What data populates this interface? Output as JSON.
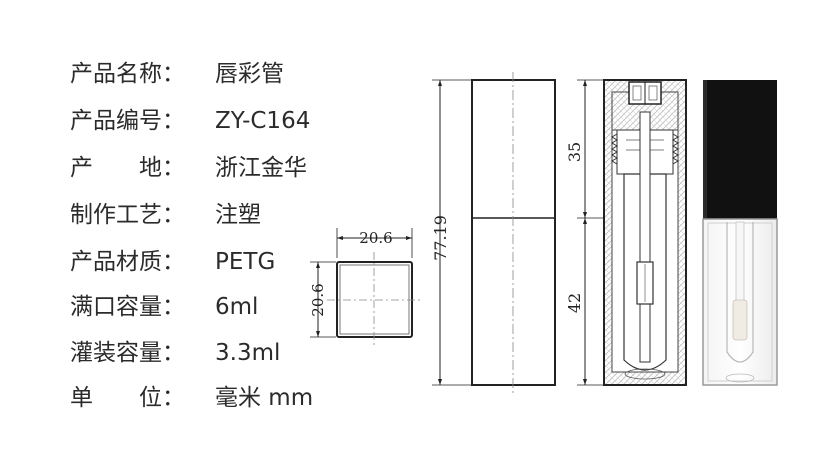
{
  "specs": [
    {
      "label": "产品名称：",
      "value": "唇彩管"
    },
    {
      "label": "产品编号：",
      "value": "ZY-C164"
    },
    {
      "label": "产　　地：",
      "value": "浙江金华"
    },
    {
      "label": "制作工艺：",
      "value": "注塑"
    },
    {
      "label": "产品材质：",
      "value": "PETG"
    },
    {
      "label": "满口容量：",
      "value": "6ml"
    },
    {
      "label": "灌装容量：",
      "value": "3.3ml"
    },
    {
      "label": "单　　位：",
      "value": "毫米 mm"
    }
  ],
  "dimensions": {
    "top_width": "20.6",
    "top_depth": "20.6",
    "total_height": "77.19",
    "cap_height": "35",
    "body_height": "42"
  },
  "colors": {
    "line": "#222222",
    "cap_black": "#111111",
    "hatch": "#bdbdbd"
  }
}
